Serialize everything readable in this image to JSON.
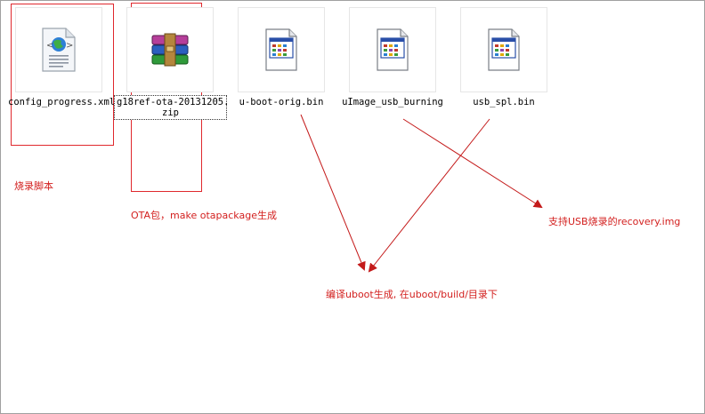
{
  "files": [
    {
      "name": "config_progress.xml",
      "icon": "xml-file-icon"
    },
    {
      "name_line1": "g18ref-ota-20131205.",
      "name_line2": "zip",
      "icon": "winrar-archive-icon"
    },
    {
      "name": "u-boot-orig.bin",
      "icon": "binary-file-icon"
    },
    {
      "name": "uImage_usb_burning",
      "icon": "binary-file-icon"
    },
    {
      "name": "usb_spl.bin",
      "icon": "binary-file-icon"
    }
  ],
  "annotations": {
    "burn_script": "烧录脚本",
    "ota_package": "OTA包，make otapackage生成",
    "recovery_img": "支持USB烧录的recovery.img",
    "uboot_build": "编译uboot生成, 在uboot/build/目录下"
  },
  "colors": {
    "annotation_red": "#d3201f",
    "box_red": "#e0282d",
    "arrow_red": "#c41a1a"
  }
}
